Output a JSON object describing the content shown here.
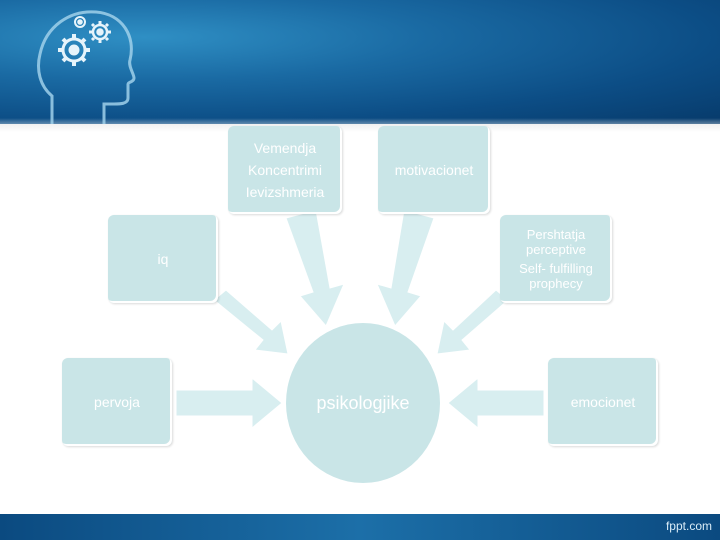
{
  "nodes": {
    "top_left": {
      "lines": [
        "Vemendja",
        "Koncentrimi",
        "Ievizshmeria"
      ]
    },
    "top_right": {
      "label": "motivacionet"
    },
    "mid_left": {
      "label": "iq"
    },
    "mid_right": {
      "lines": [
        "Pershtatja",
        "perceptive",
        "Self- fulfilling",
        "prophecy"
      ]
    },
    "bottom_left": {
      "label": "pervoja"
    },
    "bottom_right": {
      "label": "emocionet"
    },
    "center": {
      "label": "psikologjike"
    }
  },
  "footer": {
    "credit": "fppt.com"
  },
  "colors": {
    "node_fill": "#c9e5e7",
    "arrow_fill": "#d8eef0",
    "header_blue": "#0c4d85"
  }
}
